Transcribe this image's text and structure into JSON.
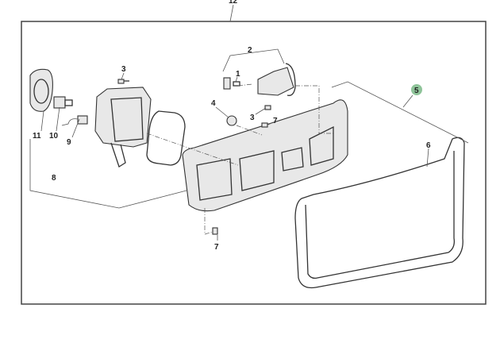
{
  "diagram": {
    "labels": {
      "top": "12",
      "p1": "1",
      "p2": "2",
      "p3a": "3",
      "p3b": "3",
      "p4": "4",
      "p5": "5",
      "p6": "6",
      "p7a": "7",
      "p7b": "7",
      "p8": "8",
      "p9": "9",
      "p10": "10",
      "p11": "11"
    },
    "highlight_color": "#8fc49a"
  }
}
